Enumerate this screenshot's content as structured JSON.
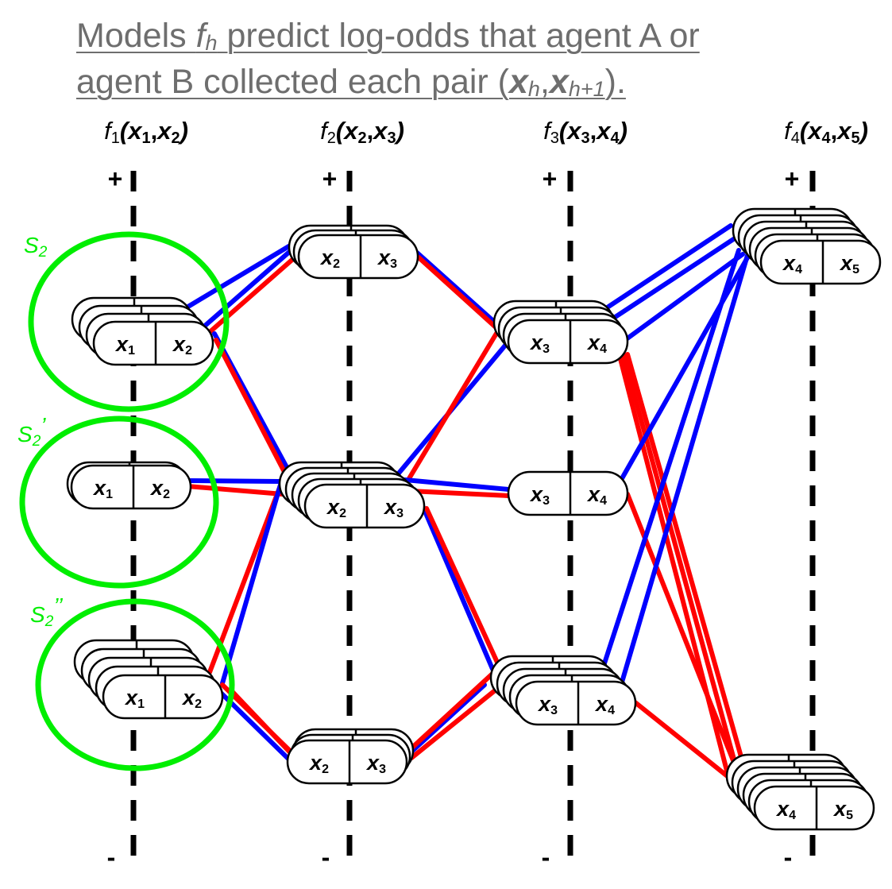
{
  "title": {
    "line1_pre": "Models ",
    "line1_f": "f",
    "line1_h": "h",
    "line1_post": " predict log-odds that agent A or",
    "line2_pre": "agent B collected each pair (",
    "line2_x1": "x",
    "line2_s1": "h",
    "line2_comma": ",",
    "line2_x2": "x",
    "line2_s2": "h+1",
    "line2_post": ")."
  },
  "columns": [
    {
      "f": "f",
      "fsub": "1",
      "open": "(",
      "a": "x",
      "asub": "1",
      "comma": ",",
      "b": "x",
      "bsub": "2",
      "close": ")",
      "plus": "+",
      "minus": "-"
    },
    {
      "f": "f",
      "fsub": "2",
      "open": "(",
      "a": "x",
      "asub": "2",
      "comma": ",",
      "b": "x",
      "bsub": "3",
      "close": ")",
      "plus": "+",
      "minus": "-"
    },
    {
      "f": "f",
      "fsub": "3",
      "open": "(",
      "a": "x",
      "asub": "3",
      "comma": ",",
      "b": "x",
      "bsub": "4",
      "close": ")",
      "plus": "+",
      "minus": "-"
    },
    {
      "f": "f",
      "fsub": "4",
      "open": "(",
      "a": "x",
      "asub": "4",
      "comma": ",",
      "b": "x",
      "bsub": "5",
      "close": ")",
      "plus": "+",
      "minus": "-"
    }
  ],
  "groups": [
    {
      "label": "S",
      "sub": "2",
      "prime": ""
    },
    {
      "label": "S",
      "sub": "2",
      "prime": "’"
    },
    {
      "label": "S",
      "sub": "2",
      "prime": "’’"
    }
  ],
  "node_labels": [
    {
      "a": "x",
      "asub": "1",
      "b": "x",
      "bsub": "2"
    },
    {
      "a": "x",
      "asub": "2",
      "b": "x",
      "bsub": "3"
    },
    {
      "a": "x",
      "asub": "3",
      "b": "x",
      "bsub": "4"
    },
    {
      "a": "x",
      "asub": "4",
      "b": "x",
      "bsub": "5"
    }
  ],
  "colors": {
    "agent_a": "#0000ff",
    "agent_b": "#ff0000",
    "group_ring": "#00ee00",
    "title": "#6e6e6e",
    "node_stroke": "#000000",
    "node_fill": "#ffffff",
    "axis": "#000000"
  }
}
